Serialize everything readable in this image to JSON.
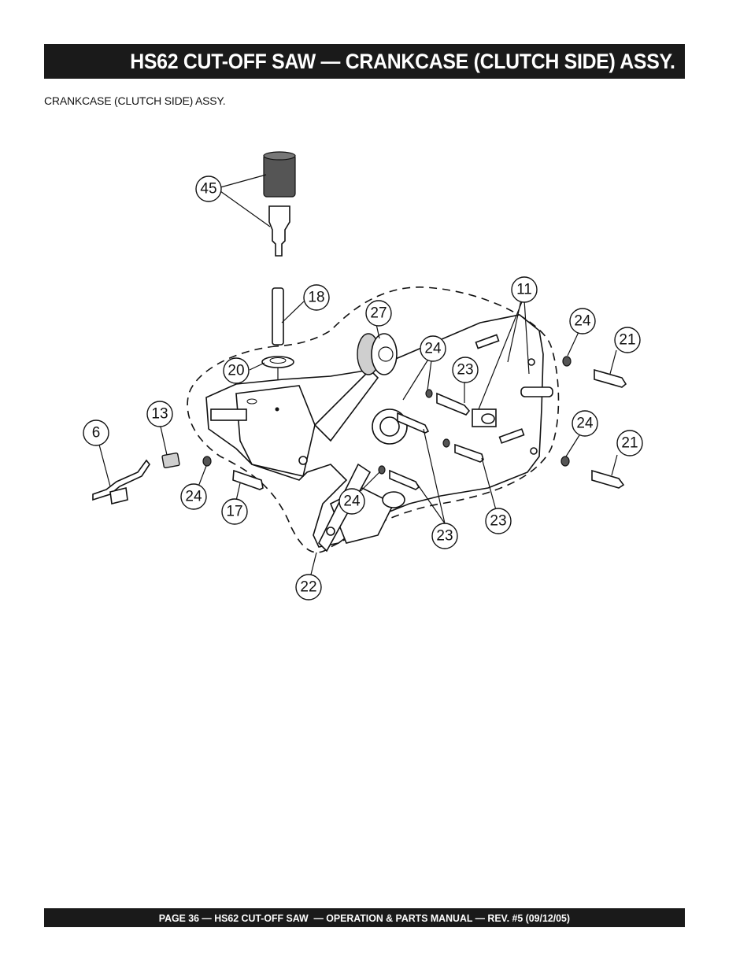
{
  "header": {
    "title": "HS62 CUT-OFF SAW — CRANKCASE (CLUTCH SIDE) ASSY."
  },
  "section": {
    "caption": "CRANKCASE (CLUTCH SIDE) ASSY."
  },
  "callouts": {
    "c45": "45",
    "c18": "18",
    "c27": "27",
    "c20": "20",
    "c11": "11",
    "c24a": "24",
    "c21a": "21",
    "c24b": "24",
    "c23a": "23",
    "c13": "13",
    "c6": "6",
    "c24c": "24",
    "c21b": "21",
    "c24d": "24",
    "c17": "17",
    "c24e": "24",
    "c23b": "23",
    "c23c": "23",
    "c22": "22"
  },
  "footer": {
    "text": "PAGE 36 — HS62 CUT-OFF SAW  — OPERATION & PARTS MANUAL — REV. #5 (09/12/05)"
  }
}
